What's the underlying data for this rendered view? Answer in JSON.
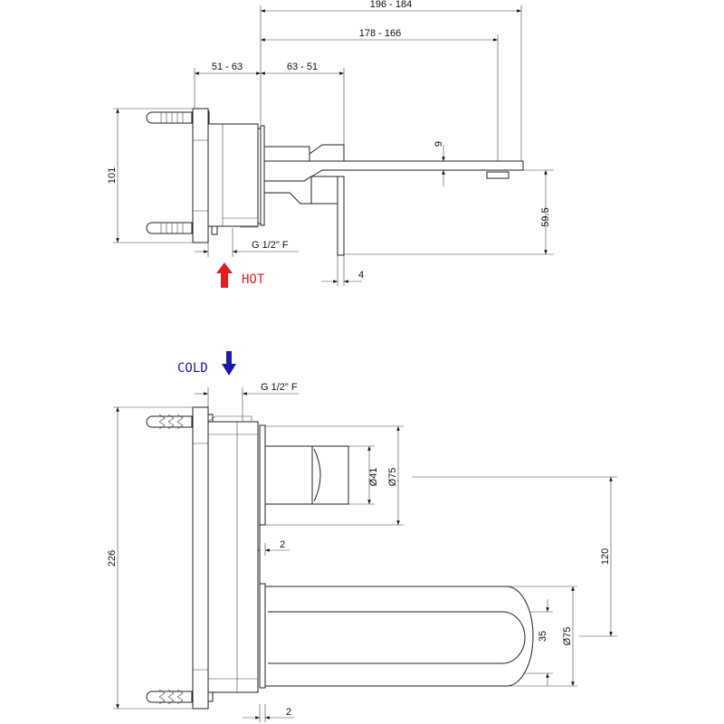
{
  "colors": {
    "hot": "#e02020",
    "cold": "#1a1aa8",
    "line": "#222222"
  },
  "side_view": {
    "dim_total_length": "196 - 184",
    "dim_spout_length": "178 - 166",
    "dim_wall_depth": "51 - 63",
    "dim_body_depth": "63 - 51",
    "dim_spout_thickness": "9",
    "dim_height": "101",
    "dim_spout_drop": "59.5",
    "dim_handle_thickness": "4",
    "inlet_thread": "G 1/2\" F",
    "hot_label": "HOT"
  },
  "front_view": {
    "cold_label": "COLD",
    "inlet_thread": "G 1/2\" F",
    "dim_handle_diameter": "Ø41",
    "dim_rosette_diameter": "Ø75",
    "dim_height": "226",
    "dim_gap_top": "2",
    "dim_centers": "120",
    "dim_spout_inner": "35",
    "dim_spout_diameter": "Ø75",
    "dim_gap_bottom": "2"
  }
}
